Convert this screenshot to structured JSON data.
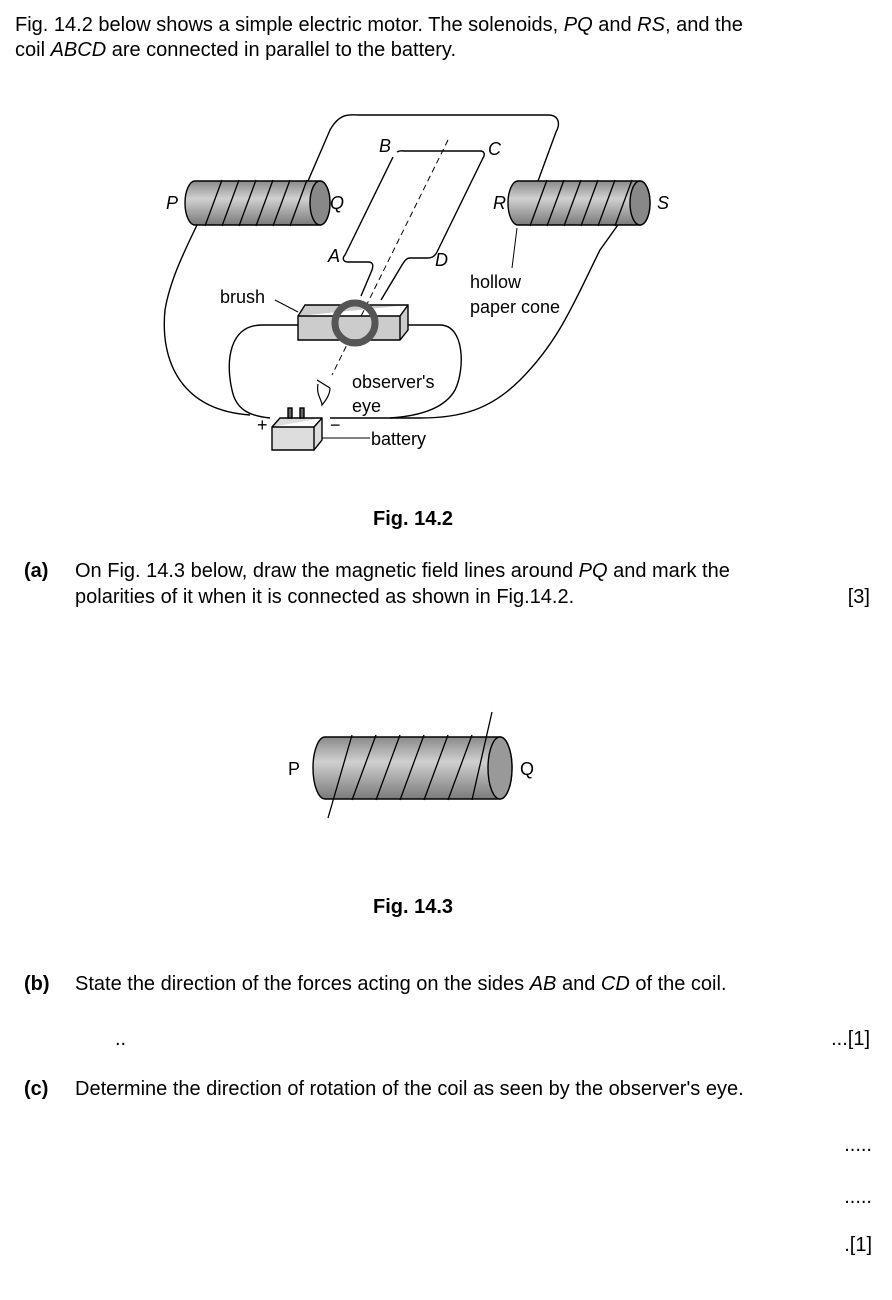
{
  "intro": {
    "line1_a": "Fig. 14.2 below shows a simple electric motor. The solenoids, ",
    "pq": "PQ",
    "line1_b": " and ",
    "rs": "RS",
    "line1_c": ", and the",
    "line2_a": "coil ",
    "abcd": "ABCD",
    "line2_b": " are connected in parallel to the battery."
  },
  "fig142": {
    "labels": {
      "P": "P",
      "Q": "Q",
      "R": "R",
      "S": "S",
      "A": "A",
      "B": "B",
      "C": "C",
      "D": "D",
      "brush": "brush",
      "hollow": "hollow",
      "paper_cone": "paper cone",
      "observers": "observer's",
      "eye": "eye",
      "battery": "battery",
      "plus": "+",
      "minus": "−"
    },
    "caption": "Fig. 14.2"
  },
  "part_a": {
    "label": "(a)",
    "line1_a": "On Fig. 14.3 below, draw the magnetic field lines around ",
    "pq": "PQ",
    "line1_b": " and mark the",
    "line2": "polarities of it when it is connected as shown in Fig.14.2.",
    "marks": "[3]"
  },
  "fig143": {
    "P": "P",
    "Q": "Q",
    "caption": "Fig. 14.3"
  },
  "part_b": {
    "label": "(b)",
    "text_a": "State the direction of the forces acting on the sides ",
    "ab": "AB",
    "text_b": " and ",
    "cd": "CD",
    "text_c": " of the coil.",
    "answer_start": "..",
    "answer_end": "...[1]"
  },
  "part_c": {
    "label": "(c)",
    "text": "Determine the direction of rotation of the coil as seen by the observer's eye.",
    "line1": ".....",
    "line2": ".....",
    "marks": ".[1]"
  }
}
